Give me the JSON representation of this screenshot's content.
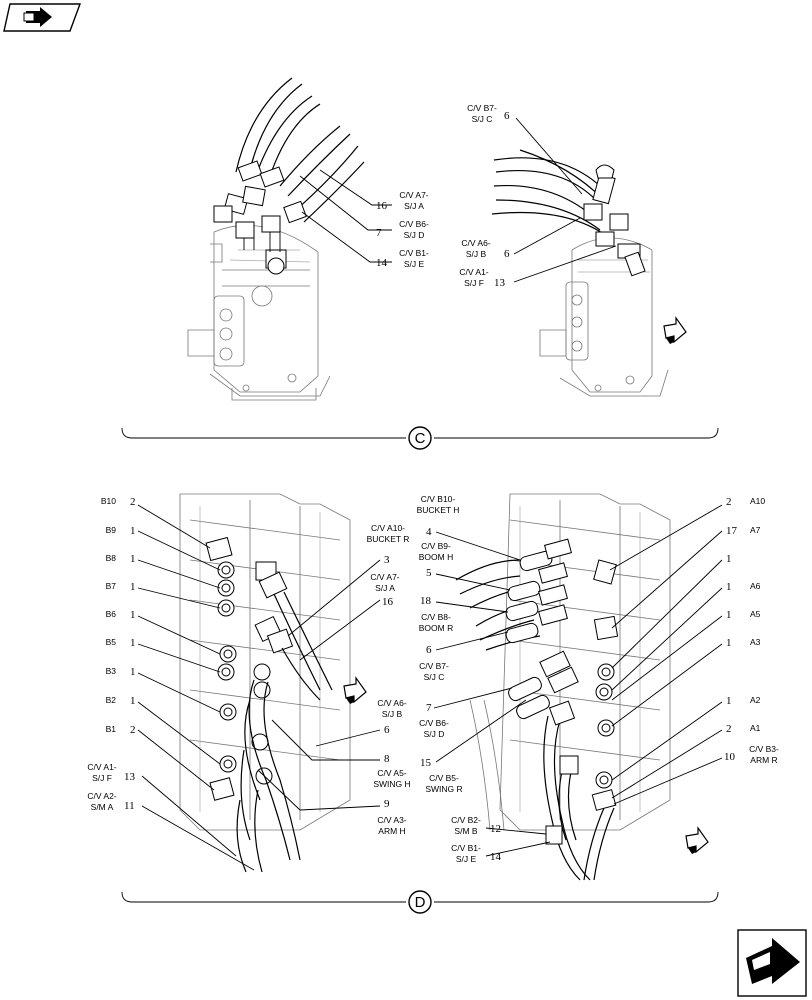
{
  "section_c": {
    "letter": "C",
    "callouts": [
      {
        "num": "6",
        "text": [
          "C/V B7-",
          "S/J C"
        ]
      },
      {
        "num": "16",
        "text": [
          "C/V A7-",
          "S/J A"
        ]
      },
      {
        "num": "7",
        "text": [
          "C/V B6-",
          "S/J D"
        ]
      },
      {
        "num": "14",
        "text": [
          "C/V B1-",
          "S/J E"
        ]
      },
      {
        "num": "6",
        "text": [
          "C/V A6-",
          "S/J B"
        ]
      },
      {
        "num": "13",
        "text": [
          "C/V A1-",
          "S/J F"
        ]
      }
    ]
  },
  "section_d": {
    "letter": "D",
    "left_callouts": [
      {
        "label": "B10",
        "num": "2"
      },
      {
        "label": "B9",
        "num": "1"
      },
      {
        "label": "B8",
        "num": "1"
      },
      {
        "label": "B7",
        "num": "1"
      },
      {
        "label": "B6",
        "num": "1"
      },
      {
        "label": "B5",
        "num": "1"
      },
      {
        "label": "B3",
        "num": "1"
      },
      {
        "label": "B2",
        "num": "1"
      },
      {
        "label": "B1",
        "num": "2"
      }
    ],
    "left_bottom_callouts": [
      {
        "num": "13",
        "text": [
          "C/V A1-",
          "S/J F"
        ]
      },
      {
        "num": "11",
        "text": [
          "C/V A2-",
          "S/M A"
        ]
      }
    ],
    "mid_callouts": [
      {
        "num": "3",
        "text": [
          "C/V A10-",
          "BUCKET R"
        ]
      },
      {
        "num": "16",
        "text": [
          "C/V A7-",
          "S/J A"
        ]
      },
      {
        "num": "6",
        "text": [
          "C/V A6-",
          "S/J B"
        ]
      },
      {
        "num": "8",
        "text": [
          "C/V A5-",
          "SWING H"
        ]
      },
      {
        "num": "9",
        "text": [
          "C/V A3-",
          "ARM H"
        ]
      }
    ],
    "right_hose_callouts": [
      {
        "num": "4",
        "text": [
          "C/V B10-",
          "BUCKET H"
        ]
      },
      {
        "num": "5",
        "text": [
          "C/V B9-",
          "BOOM H"
        ]
      },
      {
        "num": "18",
        "text": [
          "C/V B8-",
          "BOOM R"
        ]
      },
      {
        "num": "6",
        "text": [
          "C/V B7-",
          "S/J C"
        ]
      },
      {
        "num": "7",
        "text": [
          "C/V B6-",
          "S/J D"
        ]
      },
      {
        "num": "15",
        "text": [
          "C/V B5-",
          "SWING R"
        ]
      },
      {
        "num": "12",
        "text": [
          "C/V B2-",
          "S/M B"
        ]
      },
      {
        "num": "14",
        "text": [
          "C/V B1-",
          "S/J E"
        ]
      }
    ],
    "right_callouts": [
      {
        "label": "A10",
        "num": "2"
      },
      {
        "label": "A7",
        "num": "17"
      },
      {
        "label": "",
        "num": "1"
      },
      {
        "label": "A6",
        "num": "1"
      },
      {
        "label": "A5",
        "num": "1"
      },
      {
        "label": "A3",
        "num": "1"
      },
      {
        "label": "A2",
        "num": "1"
      },
      {
        "label": "A1",
        "num": "2"
      },
      {
        "label": "",
        "num": "10"
      }
    ],
    "right_bottom_callout": {
      "text": [
        "C/V B3-",
        "ARM R"
      ]
    }
  },
  "icons": {
    "top_left": "page-forward-icon",
    "bottom_right": "next-page-icon",
    "direction_arrow": "front-direction-arrow-icon"
  }
}
